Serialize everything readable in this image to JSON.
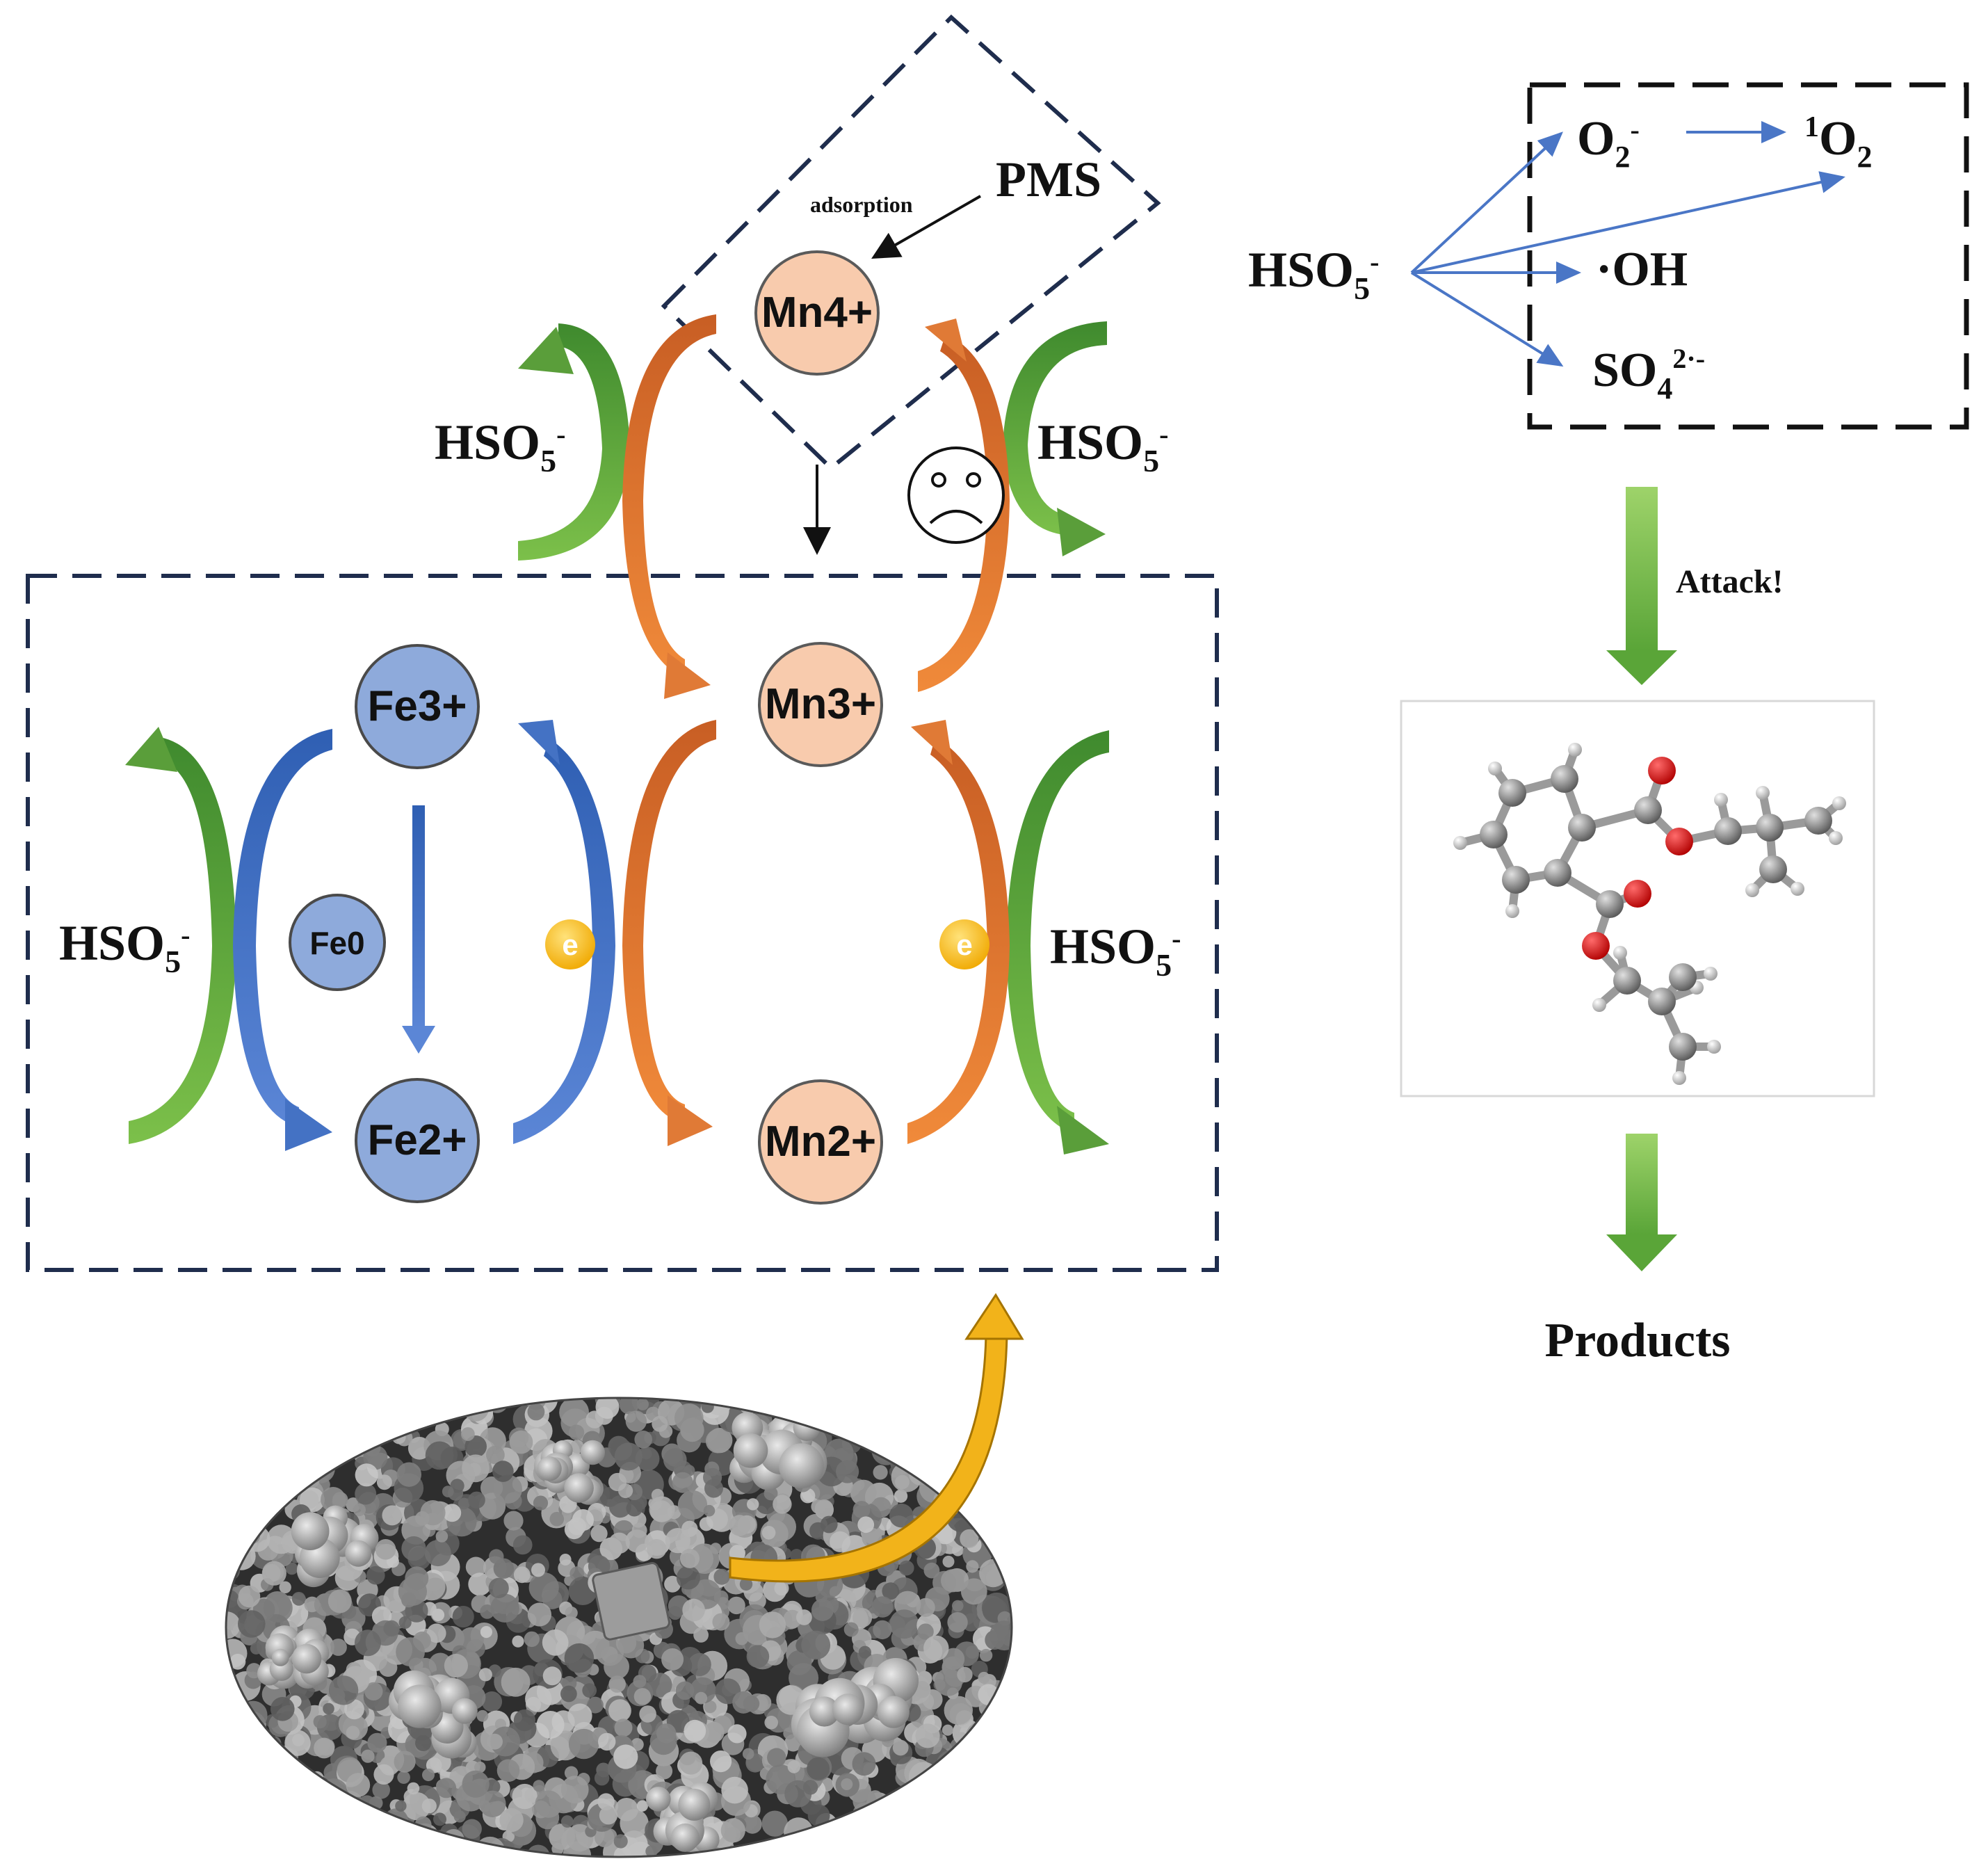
{
  "mechanism": {
    "pms_label": "PMS",
    "adsorption_label": "adsorption",
    "hso5_left_top": "HSO5-",
    "hso5_right_top": "HSO5-",
    "hso5_left_bottom": "HSO5-",
    "hso5_right_bottom": "HSO5-",
    "mn4": "Mn4+",
    "mn3": "Mn3+",
    "mn2": "Mn2+",
    "fe3": "Fe3+",
    "fe2": "Fe2+",
    "fe0": "Fe0",
    "electron_left": "e",
    "electron_right": "e"
  },
  "radicals": {
    "source": "HSO5-",
    "o2_radical": "O2-",
    "singlet_oxygen": "1O2",
    "hydroxyl": "·OH",
    "sulfate": "SO42·-"
  },
  "flow": {
    "attack_label": "Attack!",
    "products_label": "Products"
  },
  "colors": {
    "fe_circle": "#8eaadb",
    "mn_circle": "#f8cbad",
    "green_arrow": "#5a9e3a",
    "orange_arrow": "#e07a36",
    "blue_arrow": "#4472c4",
    "box_dash": "#1f2d4d",
    "electron": "#f4b400"
  }
}
